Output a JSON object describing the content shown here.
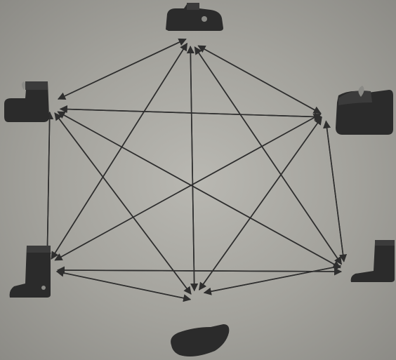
{
  "diagram": {
    "description_ref": "diagram-of-boot-transfers",
    "nodes": [
      {
        "id": "top",
        "icon": "slipper-boot-icon"
      },
      {
        "id": "left-upper",
        "icon": "felt-boot-icon"
      },
      {
        "id": "right-upper",
        "icon": "felt-boot-with-fur-icon"
      },
      {
        "id": "left-lower",
        "icon": "tall-boot-icon"
      },
      {
        "id": "right-lower",
        "icon": "valenki-boot-icon"
      },
      {
        "id": "bottom",
        "icon": "low-shoe-icon"
      }
    ],
    "edges": [
      [
        "top",
        "left-upper"
      ],
      [
        "left-upper",
        "top"
      ],
      [
        "top",
        "right-upper"
      ],
      [
        "right-upper",
        "top"
      ],
      [
        "top",
        "left-lower"
      ],
      [
        "left-lower",
        "top"
      ],
      [
        "top",
        "right-lower"
      ],
      [
        "right-lower",
        "top"
      ],
      [
        "top",
        "bottom"
      ],
      [
        "bottom",
        "top"
      ],
      [
        "left-upper",
        "right-upper"
      ],
      [
        "right-upper",
        "left-upper"
      ],
      [
        "left-upper",
        "left-lower"
      ],
      [
        "left-lower",
        "left-upper"
      ],
      [
        "left-upper",
        "right-lower"
      ],
      [
        "right-lower",
        "left-upper"
      ],
      [
        "left-upper",
        "bottom"
      ],
      [
        "bottom",
        "left-upper"
      ],
      [
        "right-upper",
        "left-lower"
      ],
      [
        "left-lower",
        "right-upper"
      ],
      [
        "right-upper",
        "right-lower"
      ],
      [
        "right-lower",
        "right-upper"
      ],
      [
        "right-upper",
        "bottom"
      ],
      [
        "bottom",
        "right-upper"
      ],
      [
        "left-lower",
        "right-lower"
      ],
      [
        "right-lower",
        "left-lower"
      ],
      [
        "left-lower",
        "bottom"
      ],
      [
        "bottom",
        "left-lower"
      ],
      [
        "right-lower",
        "bottom"
      ],
      [
        "bottom",
        "right-lower"
      ]
    ]
  }
}
